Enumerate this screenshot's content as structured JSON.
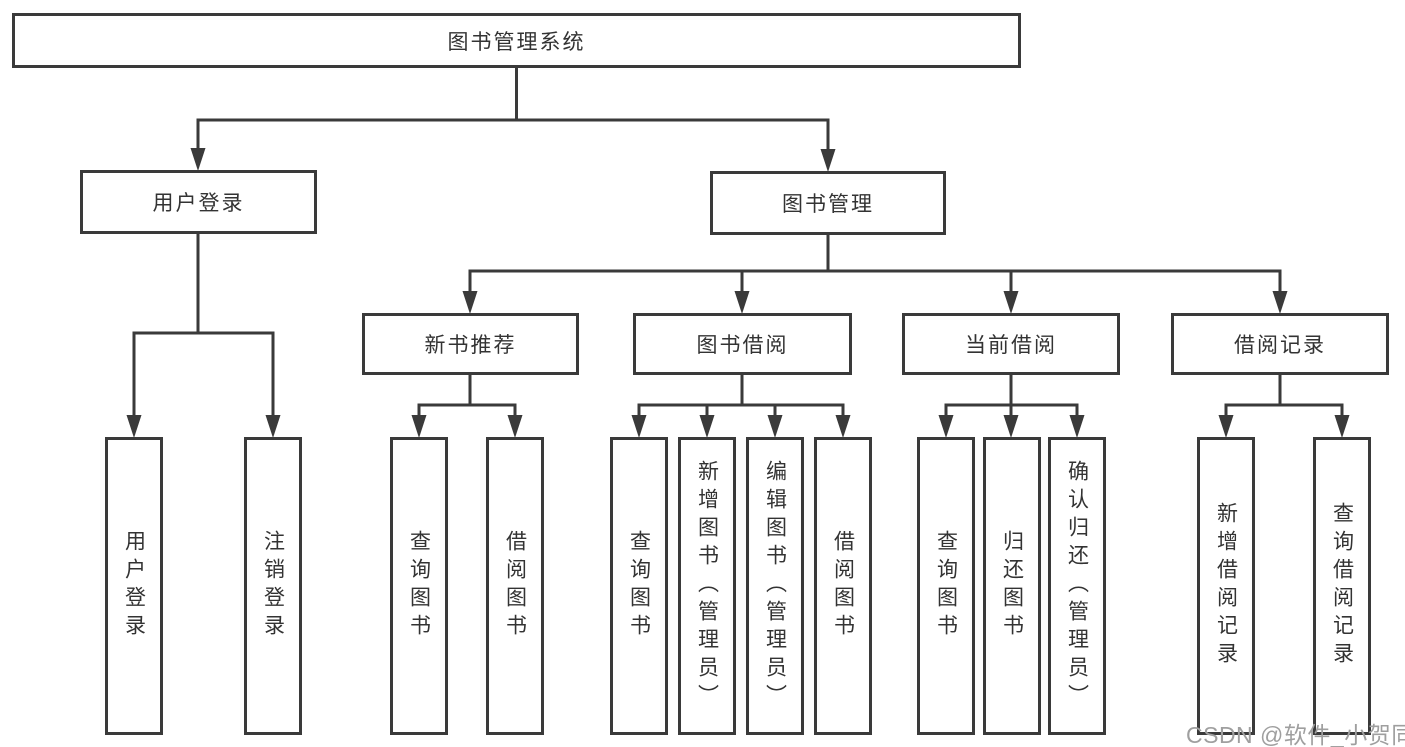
{
  "diagram": {
    "title": "图书管理系统",
    "tree": {
      "root": {
        "label": "图书管理系统",
        "children": [
          {
            "label": "用户登录",
            "children": [
              {
                "label": "用户登录"
              },
              {
                "label": "注销登录"
              }
            ]
          },
          {
            "label": "图书管理",
            "children": [
              {
                "label": "新书推荐",
                "children": [
                  {
                    "label": "查询图书"
                  },
                  {
                    "label": "借阅图书"
                  }
                ]
              },
              {
                "label": "图书借阅",
                "children": [
                  {
                    "label": "查询图书"
                  },
                  {
                    "label": "新增图书（管理员）"
                  },
                  {
                    "label": "编辑图书（管理员）"
                  },
                  {
                    "label": "借阅图书"
                  }
                ]
              },
              {
                "label": "当前借阅",
                "children": [
                  {
                    "label": "查询图书"
                  },
                  {
                    "label": "归还图书"
                  },
                  {
                    "label": "确认归还（管理员）"
                  }
                ]
              },
              {
                "label": "借阅记录",
                "children": [
                  {
                    "label": "新增借阅记录"
                  },
                  {
                    "label": "查询借阅记录"
                  }
                ]
              }
            ]
          }
        ]
      }
    },
    "colors": {
      "line": "#3a3a3a",
      "box_border": "#3a3a3a",
      "box_fill": "#ffffff",
      "text": "#333333",
      "watermark": "#9f9f9f",
      "background": "#ffffff"
    }
  },
  "watermark": {
    "text": "CSDN @软件_小贺同学"
  }
}
